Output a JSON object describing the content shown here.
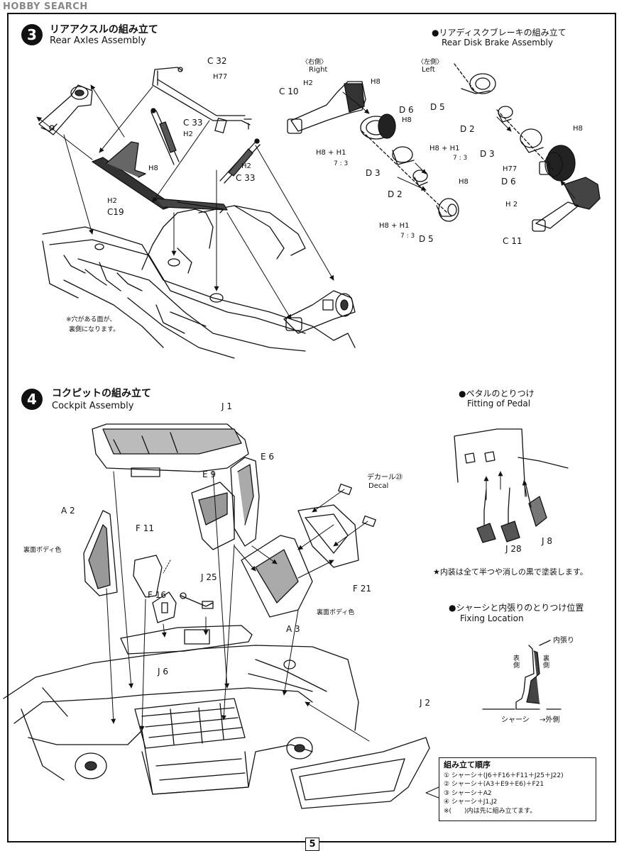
{
  "watermark": "HOBBY SEARCH",
  "page_number": "5",
  "step3": {
    "number": "3",
    "title_jp": "リアアクスルの組み立て",
    "title_en": "Rear Axles Assembly",
    "note": [
      "※穴がある面が、",
      "裏側になります。"
    ],
    "parts": {
      "c32": "C 32",
      "h77_top": "H77",
      "c33_a": "C 33",
      "h2_a": "H2",
      "h8_a": "H8",
      "h2_b": "H2",
      "c19": "C19",
      "h2_c": "H2",
      "c33_b": "C 33"
    }
  },
  "brake": {
    "title_jp": "●リアディスクブレーキの組み立て",
    "title_en": "Rear Disk Brake Assembly",
    "right_jp": "〈右側〉",
    "right_en": "Right",
    "left_jp": "〈左側〉",
    "left_en": "Left",
    "parts": {
      "c10": "C 10",
      "h2_r": "H2",
      "h8_r1": "H8",
      "d6_r": "D 6",
      "h8_r2": "H8",
      "h8h1_r1": "H8 + H1",
      "ratio_r1": "7 : 3",
      "h8h1_r2": "H8 + H1",
      "ratio_r2": "7 : 3",
      "d3_r": "D 3",
      "d2_r": "D 2",
      "h8_r3": "H8",
      "h8h1_r3": "H8 + H1",
      "ratio_r3": "7 : 3",
      "d5_r": "D 5",
      "d5_l": "D 5",
      "d2_l": "D 2",
      "d3_l": "D 3",
      "h8_l": "H8",
      "h77_l": "H77",
      "d6_l": "D 6",
      "h2_l": "H 2",
      "c11": "C 11"
    }
  },
  "step4": {
    "number": "4",
    "title_jp": "コクピットの組み立て",
    "title_en": "Cockpit Assembly",
    "parts": {
      "j1": "J 1",
      "e6": "E 6",
      "e9": "E 9",
      "decal_jp": "デカール㉓",
      "decal_en": "Decal",
      "a2": "A 2",
      "body_color_1": "裏面ボディ色",
      "f11": "F 11",
      "j25": "J 25",
      "f16": "F 16",
      "j6": "J 6",
      "f21": "F 21",
      "body_color_2": "裏面ボディ色",
      "a3": "A 3",
      "j2": "J 2"
    }
  },
  "pedal": {
    "title_jp": "●ペタルのとりつけ",
    "title_en": "Fitting of Pedal",
    "j28": "J 28",
    "j8": "J 8",
    "note": "★内装は全て半つや消しの黒で塗装します。"
  },
  "fixing": {
    "title_jp": "●シャーシと内張りのとりつけ位置",
    "title_en": "Fixing Location",
    "lining": "内張り",
    "front": "表側",
    "back": "裏側",
    "chassis": "シャーシ",
    "outside": "→外側"
  },
  "order": {
    "title": "組み立て順序",
    "steps": [
      "① シャーシ＋(J6＋F16＋F11＋J25＋J22)",
      "② シャーシ＋(A3＋E9＋E6)＋F21",
      "③ シャーシ＋A2",
      "④ シャーシ＋J1,J2",
      "※(　　)内は先に組み立てます。"
    ]
  }
}
